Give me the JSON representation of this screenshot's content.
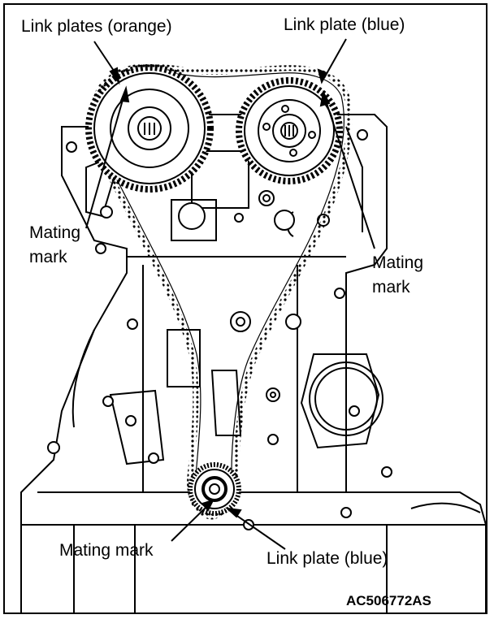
{
  "figure": {
    "labels": {
      "link_plates_orange": "Link plates (orange)",
      "link_plate_blue_top": "Link plate (blue)",
      "mating_mark_left_1": "Mating",
      "mating_mark_left_2": "mark",
      "mating_mark_right_1": "Mating",
      "mating_mark_right_2": "mark",
      "mating_mark_bottom": "Mating mark",
      "link_plate_blue_bottom": "Link plate (blue)"
    },
    "figure_code": "AC506772AS"
  }
}
